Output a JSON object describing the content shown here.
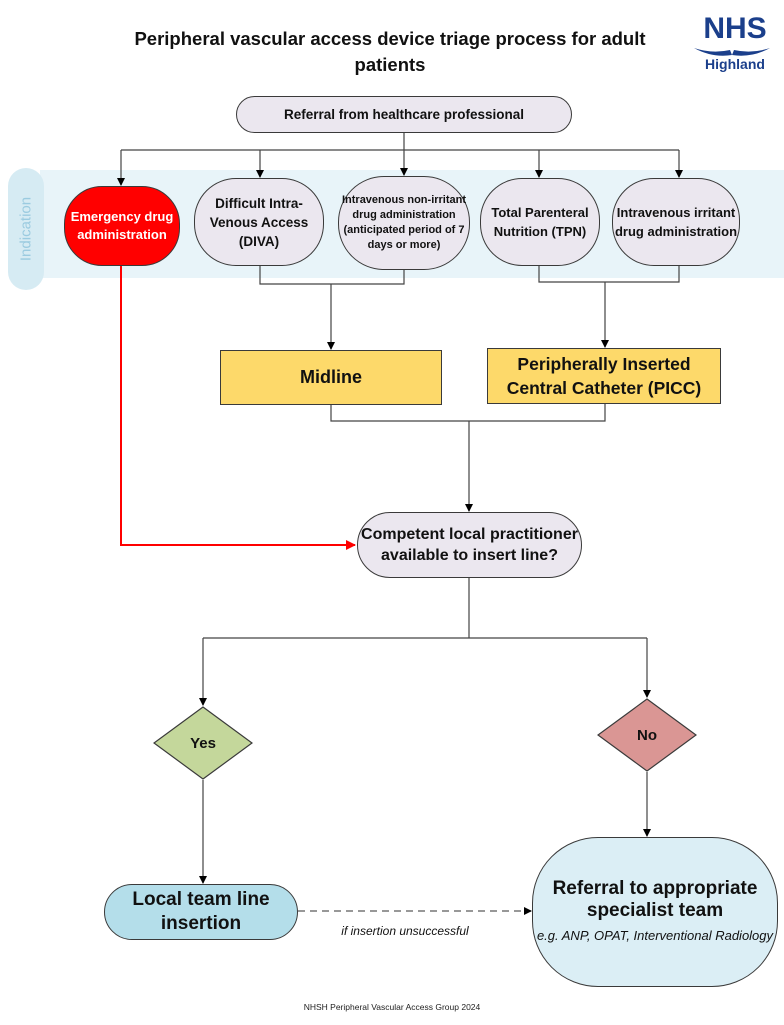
{
  "header": {
    "title": "Peripheral vascular access device triage process for adult patients",
    "logo": {
      "line1": "NHS",
      "line2": "Highland",
      "color": "#1b3f8b"
    }
  },
  "band": {
    "label": "Indication",
    "color": "#e8f4f9"
  },
  "nodes": {
    "referral": "Referral from healthcare professional",
    "indications": [
      {
        "id": "emergency",
        "label": "Emergency drug administration",
        "color": "#ff0000"
      },
      {
        "id": "diva",
        "label": "Difficult Intra-Venous Access (DIVA)"
      },
      {
        "id": "noniritant",
        "label": "Intravenous non-irritant drug administration (anticipated period of 7 days or more)"
      },
      {
        "id": "tpn",
        "label": "Total Parenteral Nutrition (TPN)"
      },
      {
        "id": "irritant",
        "label": "Intravenous irritant drug administration"
      }
    ],
    "devices": {
      "midline": "Midline",
      "picc": "Peripherally Inserted Central Catheter (PICC)",
      "color": "#fdd96a"
    },
    "decision": "Competent local practitioner available to insert line?",
    "yes": {
      "label": "Yes",
      "color": "#c4d79b"
    },
    "no": {
      "label": "No",
      "color": "#da9694"
    },
    "local": {
      "label": "Local team line insertion",
      "color": "#b4deea"
    },
    "specialist": {
      "label": "Referral to appropriate specialist team",
      "examples": "e.g. ANP, OPAT, Interventional Radiology",
      "color": "#dbeef5"
    }
  },
  "edges": {
    "unsuccessful_label": "if insertion unsuccessful",
    "emergency_color": "#ff0000"
  },
  "footer": "NHSH Peripheral Vascular Access Group 2024"
}
